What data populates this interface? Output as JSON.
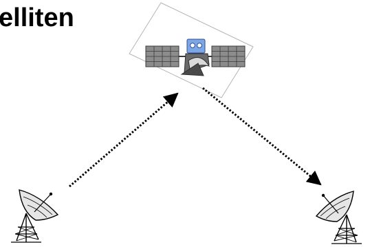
{
  "slide": {
    "title": "elliten"
  },
  "diagram": {
    "nodes": [
      {
        "id": "satellite",
        "icon": "satellite-icon"
      },
      {
        "id": "ground-station-sender",
        "icon": "satellite-dish-icon"
      },
      {
        "id": "ground-station-receiver",
        "icon": "satellite-dish-icon"
      }
    ],
    "edges": [
      {
        "from": "ground-station-sender",
        "to": "satellite",
        "style": "dotted-arrow"
      },
      {
        "from": "satellite",
        "to": "ground-station-receiver",
        "style": "dotted-arrow"
      }
    ],
    "colors": {
      "panel": "#8c8c8c",
      "panel_grid": "#3a3a3a",
      "sensor": "#7da6e6",
      "dish": "#e6e6e6",
      "line": "#000000"
    }
  }
}
